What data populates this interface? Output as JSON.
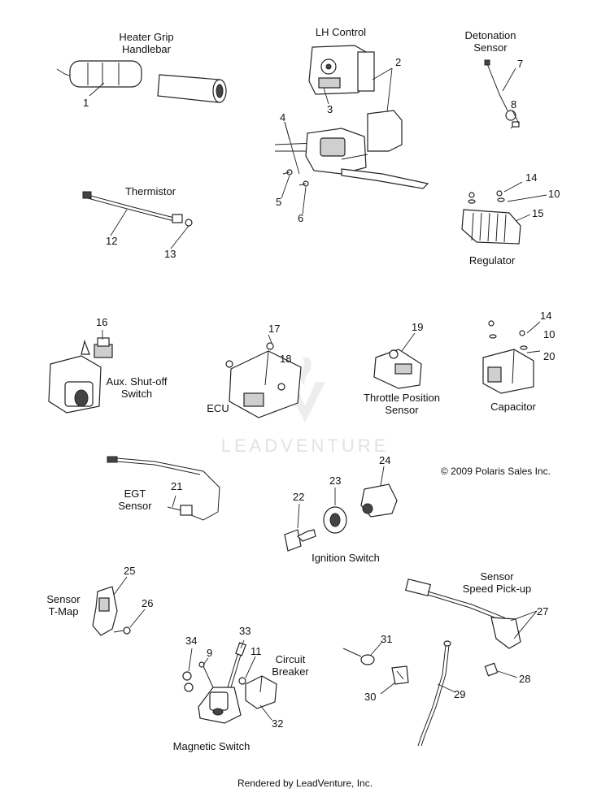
{
  "groups": {
    "heater_grip": "Heater Grip\nHandlebar",
    "lh_control": "LH Control",
    "detonation_sensor": "Detonation\nSensor",
    "thermistor": "Thermistor",
    "regulator": "Regulator",
    "aux_shutoff": "Aux. Shut-off\nSwitch",
    "ecu": "ECU",
    "throttle_position": "Throttle Position\nSensor",
    "capacitor": "Capacitor",
    "egt_sensor": "EGT\nSensor",
    "ignition_switch": "Ignition Switch",
    "sensor_tmap": "Sensor\nT-Map",
    "sensor_speed": "Sensor\nSpeed Pick-up",
    "circuit_breaker": "Circuit\nBreaker",
    "magnetic_switch": "Magnetic Switch"
  },
  "callouts": {
    "n1": "1",
    "n2": "2",
    "n3": "3",
    "n4": "4",
    "n5": "5",
    "n6": "6",
    "n7": "7",
    "n8": "8",
    "n10a": "10",
    "n14a": "14",
    "n15": "15",
    "n12": "12",
    "n13": "13",
    "n16": "16",
    "n17": "17",
    "n18": "18",
    "n19": "19",
    "n14b": "14",
    "n10b": "10",
    "n20": "20",
    "n21": "21",
    "n22": "22",
    "n23": "23",
    "n24": "24",
    "n25": "25",
    "n26": "26",
    "n27": "27",
    "n28": "28",
    "n29": "29",
    "n30": "30",
    "n31": "31",
    "n33": "33",
    "n34": "34",
    "n9": "9",
    "n11": "11",
    "n32": "32"
  },
  "copyright": "© 2009 Polaris Sales Inc.",
  "watermark": "LEADVENTURE",
  "footer": "Rendered by LeadVenture, Inc."
}
